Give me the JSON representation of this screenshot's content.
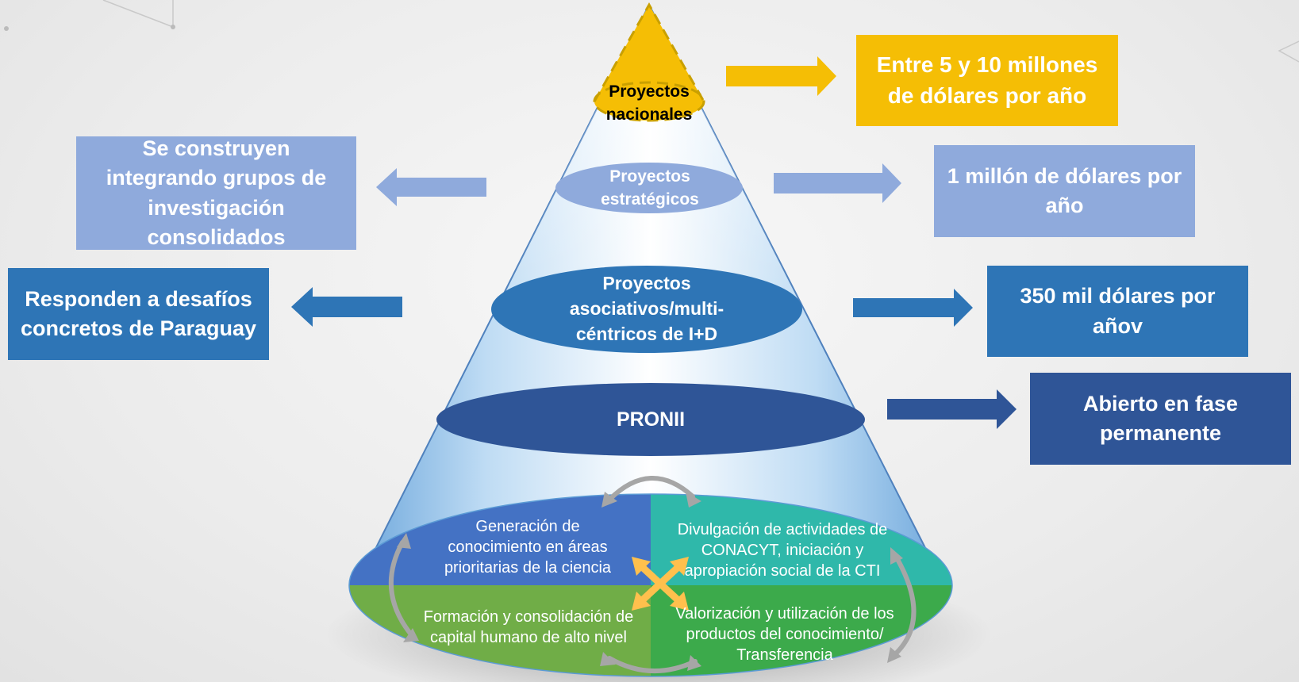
{
  "pyramid": {
    "apex": "Proyectos nacionales",
    "level2": "Proyectos estratégicos",
    "level3": "Proyectos asociativos/multi-céntricos de I+D",
    "level4": "PRONII"
  },
  "base_quadrants": {
    "top_left": "Generación de conocimiento en áreas prioritarias de la ciencia",
    "top_right": "Divulgación de actividades de CONACYT, iniciación y apropiación social de la CTI",
    "bottom_left": "Formación y consolidación de capital humano de alto nivel",
    "bottom_right": "Valorización y utilización de los productos del conocimiento/ Transferencia"
  },
  "right_boxes": {
    "box1": "Entre 5 y 10 millones de dólares por año",
    "box2": "1 millón de dólares por año",
    "box3": "350 mil dólares por añov",
    "box4": "Abierto en fase permanente"
  },
  "left_boxes": {
    "box1": "Se construyen integrando grupos de investigación consolidados",
    "box2": "Responden a desafíos concretos de Paraguay"
  },
  "colors": {
    "gold": "#F5BE05",
    "light_blue": "#8FAADC",
    "mid_blue": "#2E75B6",
    "dark_blue": "#2F5597",
    "base_top_left": "#4472C4",
    "base_top_right": "#2FB8AA",
    "base_bottom_left": "#70AD47",
    "base_bottom_right": "#3CAA4B",
    "cycle_arrow": "#A6A6A6",
    "cross_arrow": "#FFC04D"
  }
}
